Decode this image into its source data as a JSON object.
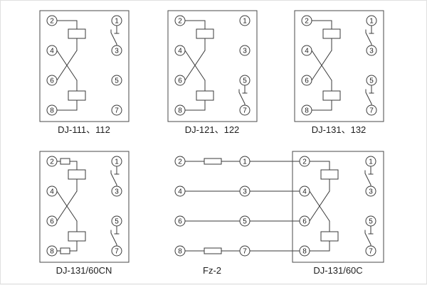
{
  "colors": {
    "line": "#3a3a3a",
    "text": "#1e1e1e",
    "background": "#ffffff"
  },
  "diagrams": {
    "dj111": {
      "label": "DJ-111、112",
      "left": [
        "2",
        "4",
        "6",
        "8"
      ],
      "right": [
        "1",
        "3",
        "5",
        "7"
      ]
    },
    "dj121": {
      "label": "DJ-121、122",
      "left": [
        "2",
        "4",
        "6",
        "8"
      ],
      "right": [
        "1",
        "3",
        "5",
        "7"
      ]
    },
    "dj131": {
      "label": "DJ-131、132",
      "left": [
        "2",
        "4",
        "6",
        "8"
      ],
      "right": [
        "1",
        "3",
        "5",
        "7"
      ]
    },
    "dj13160cn": {
      "label": "DJ-131/60CN",
      "left": [
        "2",
        "4",
        "6",
        "8"
      ],
      "right": [
        "1",
        "3",
        "5",
        "7"
      ]
    },
    "fz2": {
      "label": "Fz-2",
      "left": [
        "2",
        "4",
        "6",
        "8"
      ],
      "right": [
        "1",
        "3",
        "5",
        "7"
      ]
    },
    "dj13160c": {
      "label": "DJ-131/60C",
      "left": [
        "2",
        "4",
        "6",
        "8"
      ],
      "right": [
        "1",
        "3",
        "5",
        "7"
      ]
    }
  }
}
